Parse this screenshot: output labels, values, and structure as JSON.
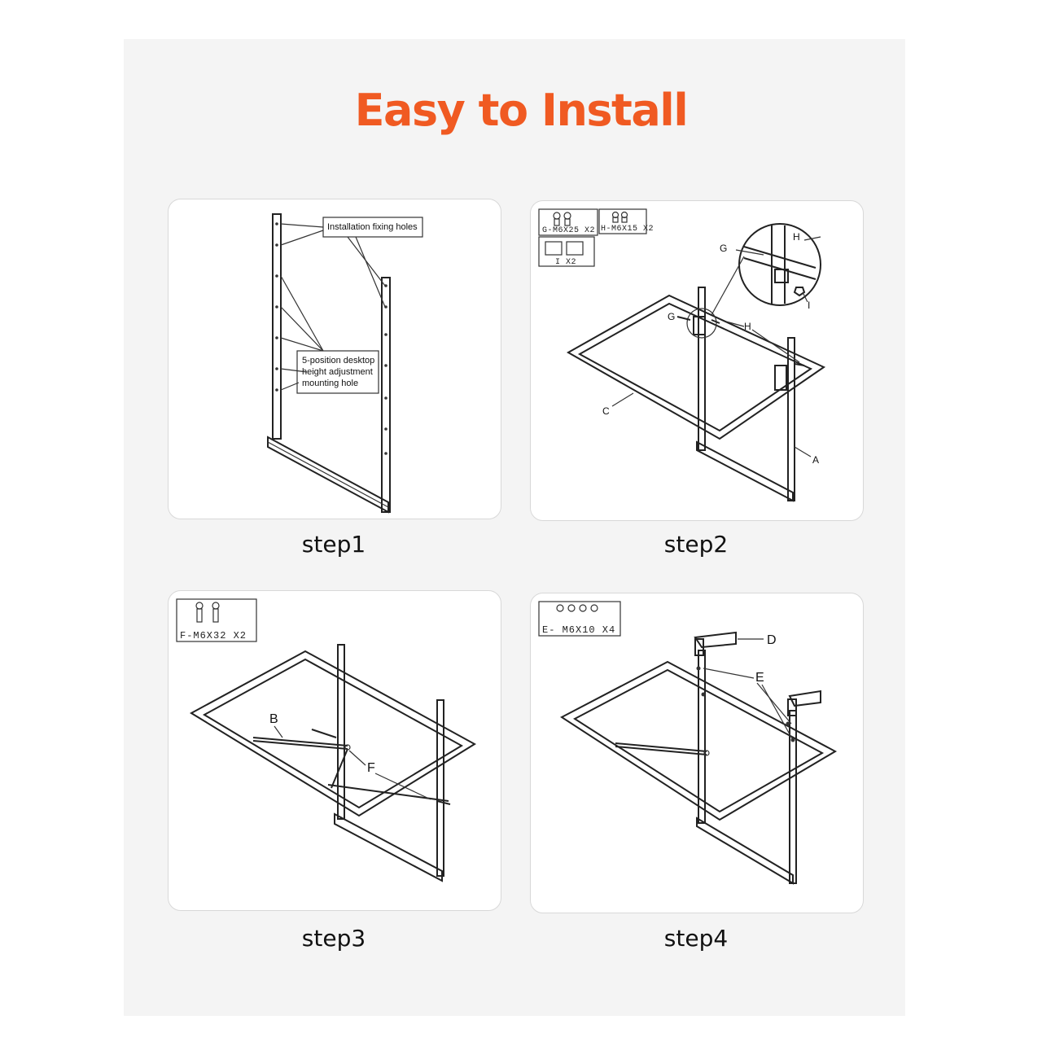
{
  "title": "Easy to Install",
  "steps": [
    {
      "label": "step1",
      "callout_fixing": "Installation fixing holes",
      "callout_height_lines": [
        "5-position desktop",
        "height adjustment",
        "mounting hole"
      ]
    },
    {
      "label": "step2",
      "hardware": [
        "G-M6X25 X2",
        "H-M6X15 X2",
        "I X2"
      ],
      "parts": [
        "G",
        "H",
        "I",
        "G",
        "H",
        "C",
        "A"
      ]
    },
    {
      "label": "step3",
      "hardware": [
        "F-M6X32 X2"
      ],
      "parts": [
        "B",
        "F"
      ]
    },
    {
      "label": "step4",
      "hardware": [
        "E- M6X10 X4"
      ],
      "parts": [
        "D",
        "E"
      ]
    }
  ],
  "colors": {
    "accent": "#f05a22",
    "sheet": "#f4f4f4",
    "line": "#222222"
  }
}
